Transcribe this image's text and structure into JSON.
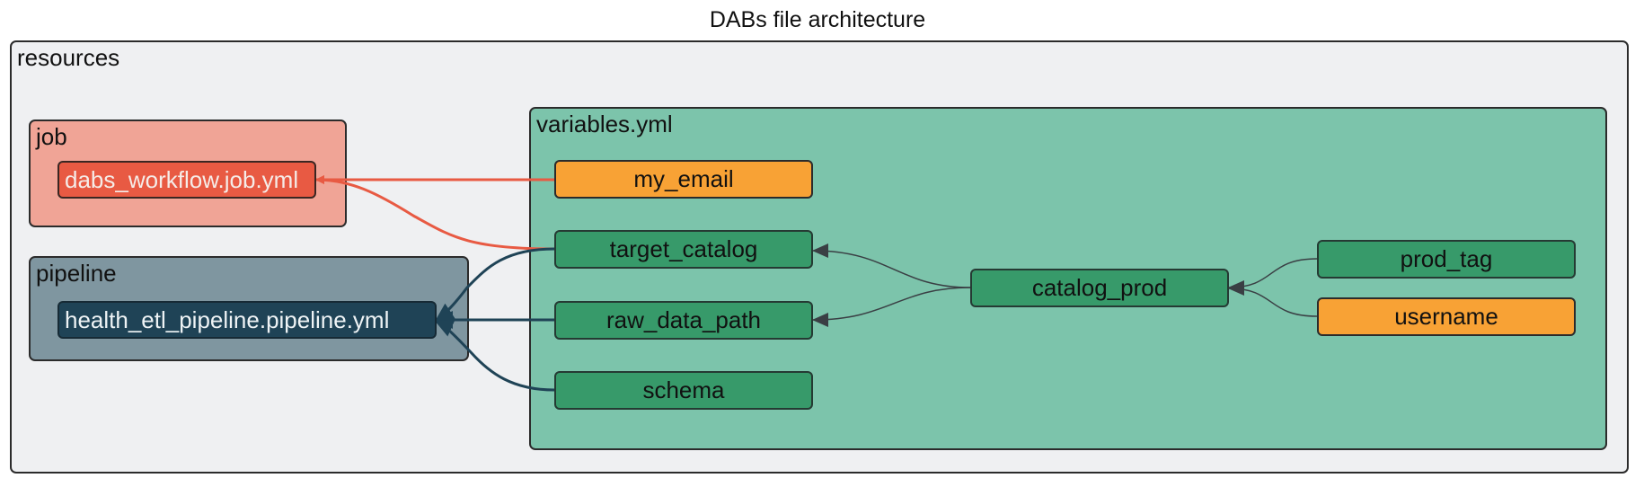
{
  "title": "DABs file architecture",
  "colors": {
    "resources_bg": "#eff0f2",
    "job_bg": "#f0a496",
    "pipeline_bg": "#7f96a0",
    "variables_bg": "#7cc4ab",
    "green_node": "#379a6a",
    "orange_node": "#f8a235",
    "job_node": "#e85a43",
    "pipeline_node": "#1f4356",
    "job_edge": "#e85a43",
    "pipeline_edge": "#1f4356",
    "var_edge": "#3a3f44"
  },
  "clusters": {
    "resources": "resources",
    "job": "job",
    "pipeline": "pipeline",
    "variables": "variables.yml"
  },
  "nodes": {
    "dabs_workflow": "dabs_workflow.job.yml",
    "health_etl": "health_etl_pipeline.pipeline.yml",
    "my_email": "my_email",
    "target_catalog": "target_catalog",
    "raw_data_path": "raw_data_path",
    "schema": "schema",
    "catalog_prod": "catalog_prod",
    "prod_tag": "prod_tag",
    "username": "username"
  },
  "edges": [
    {
      "from": "my_email",
      "to": "dabs_workflow",
      "style": "job"
    },
    {
      "from": "target_catalog",
      "to": "dabs_workflow",
      "style": "job"
    },
    {
      "from": "target_catalog",
      "to": "health_etl",
      "style": "pipeline"
    },
    {
      "from": "raw_data_path",
      "to": "health_etl",
      "style": "pipeline"
    },
    {
      "from": "schema",
      "to": "health_etl",
      "style": "pipeline"
    },
    {
      "from": "catalog_prod",
      "to": "target_catalog",
      "style": "var"
    },
    {
      "from": "catalog_prod",
      "to": "raw_data_path",
      "style": "var"
    },
    {
      "from": "prod_tag",
      "to": "catalog_prod",
      "style": "var"
    },
    {
      "from": "username",
      "to": "catalog_prod",
      "style": "var"
    }
  ]
}
